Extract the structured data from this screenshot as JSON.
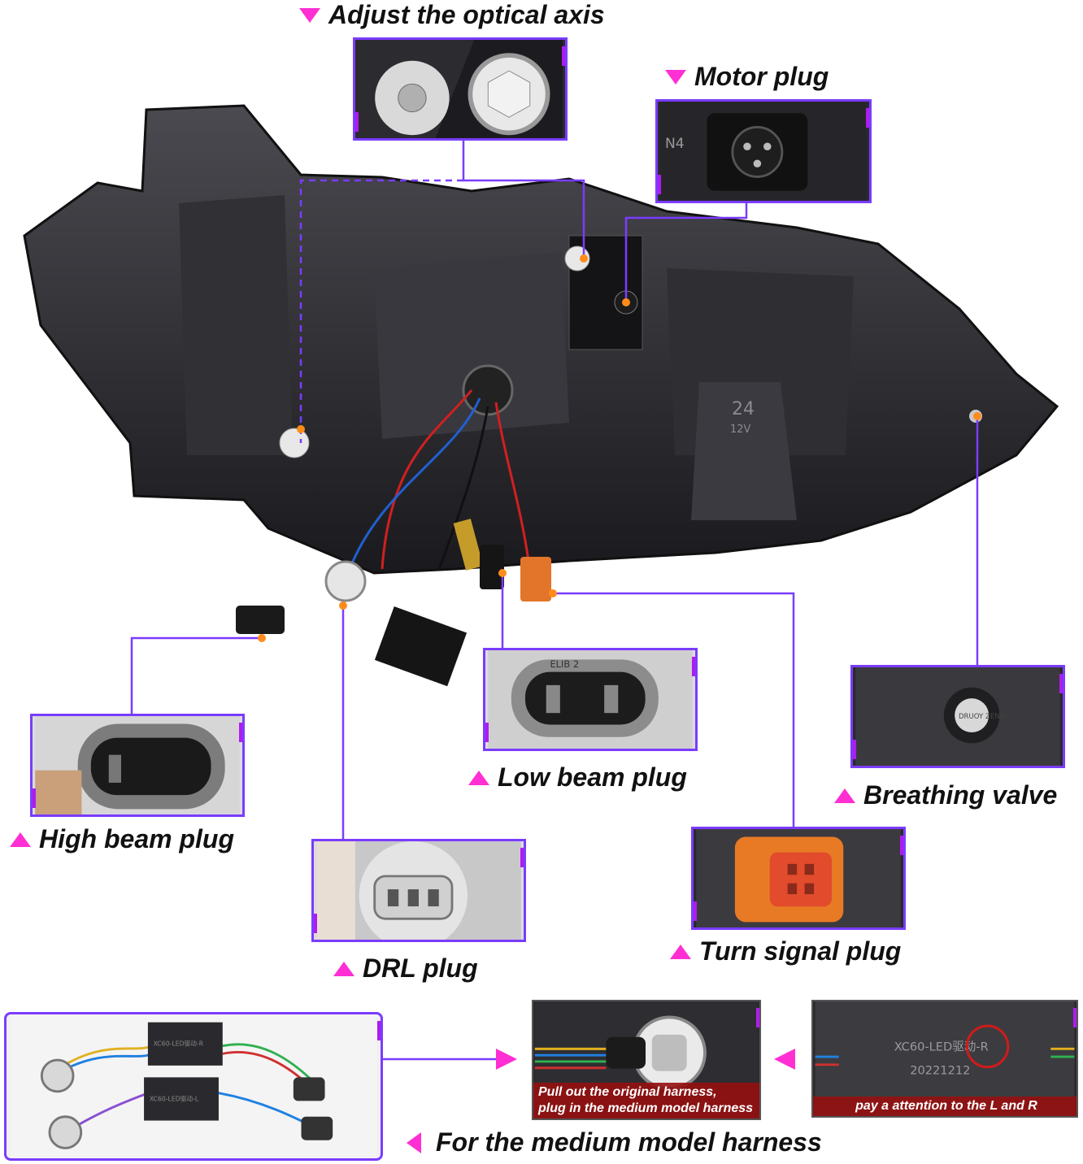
{
  "labels": {
    "optical_axis": "Adjust the optical axis",
    "motor_plug": "Motor plug",
    "low_beam_plug": "Low beam plug",
    "breathing_valve": "Breathing valve",
    "high_beam_plug": "High beam plug",
    "drl_plug": "DRL plug",
    "turn_signal_plug": "Turn signal plug",
    "medium_model_harness": "For the medium model harness"
  },
  "photo_text": {
    "motor_tag": "N4",
    "bulb_socket_code": "ELIB 2",
    "valve_text": "DRUOY ZENG",
    "module_top": "XC60-LED驱动-R",
    "module_bottom": "XC60-LED驱动-L",
    "module_label": "XC60-LED驱动-R",
    "module_date": "20221212",
    "lamp_number": "24",
    "lamp_voltage": "12V"
  },
  "notes": {
    "pull_out_line1": "Pull out the original harness,",
    "pull_out_line2": "plug in the medium model harness",
    "attention": "pay a attention to the L and R"
  },
  "colors": {
    "accent_pink": "#ff2fd3",
    "frame_purple": "#7a3cff",
    "leader_line": "#7a3cff",
    "note_red": "#b01313"
  }
}
